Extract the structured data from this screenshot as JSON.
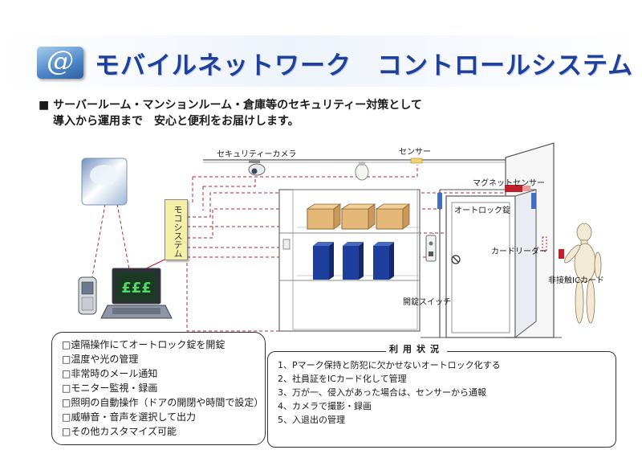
{
  "header": {
    "logo_glyph": "@",
    "title": "モバイルネットワーク　コントロールシステム"
  },
  "intro": {
    "bullet": "■",
    "line1": "サーバールーム・マンションルーム・倉庫等のセキュリティー対策として",
    "line2": "導入から運用まで　安心と便利をお届けします。"
  },
  "labels": {
    "security_camera": "セキュリティーカメラ",
    "sensor": "センサー",
    "magnet_sensor": "マグネットセンサー",
    "auto_lock": "オートロック錠",
    "card_reader": "カードリーダー",
    "ic_card": "非接触ICカード",
    "unlock_switch": "開錠スイッチ",
    "moco_system": "モコシステム"
  },
  "features": [
    "□遠隔操作にてオートロック錠を開錠",
    "□温度や光の管理",
    "□非常時のメール通知",
    "□モニター監視・録画",
    "□照明の自動操作（ドアの開閉や時間で設定）",
    "□威嚇音・音声を選択して出力",
    "□その他カスタマイズ可能"
  ],
  "usage": {
    "title": "利用状況",
    "items": [
      "1、Pマーク保持と防犯に欠かせないオートロック化する",
      "2、社員証をICカード化して管理",
      "3、万が一、侵入があった場合は、センサーから通報",
      "4、カメラで撮影・録画",
      "5、入退出の管理"
    ]
  },
  "colors": {
    "title": "#1e3f9a",
    "dashed_line": "#c0202a",
    "box_tan": "#e6b877",
    "box_blue": "#1f3f9f",
    "door_blue": "#3f6fc4",
    "reader_red": "#c0202a"
  }
}
